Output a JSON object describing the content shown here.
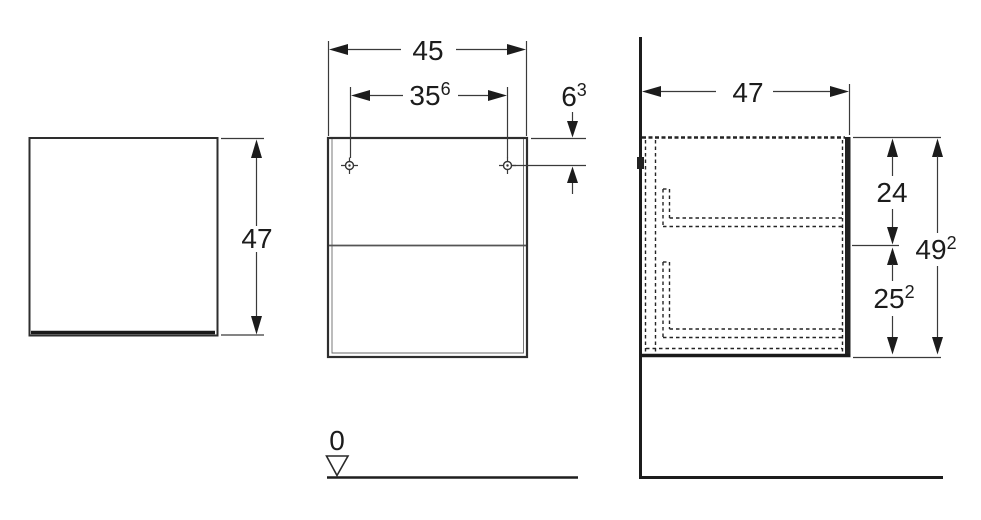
{
  "meta": {
    "type": "technical-dimension-drawing",
    "subject": "wall-hung cabinet with two drawers, three orthographic views",
    "background_color": "#ffffff",
    "line_color": "#1c1c1c"
  },
  "side_view": {
    "height": {
      "value": "47"
    }
  },
  "front_view": {
    "width": {
      "value": "45"
    },
    "hole_spacing": {
      "value": "35",
      "sup": "6"
    },
    "hole_top_offset": {
      "value": "6",
      "sup": "3"
    },
    "datum": {
      "value": "0"
    }
  },
  "section_view": {
    "depth": {
      "value": "47"
    },
    "upper_height": {
      "value": "24"
    },
    "lower_height": {
      "value": "25",
      "sup": "2"
    },
    "total_height": {
      "value": "49",
      "sup": "2"
    }
  }
}
